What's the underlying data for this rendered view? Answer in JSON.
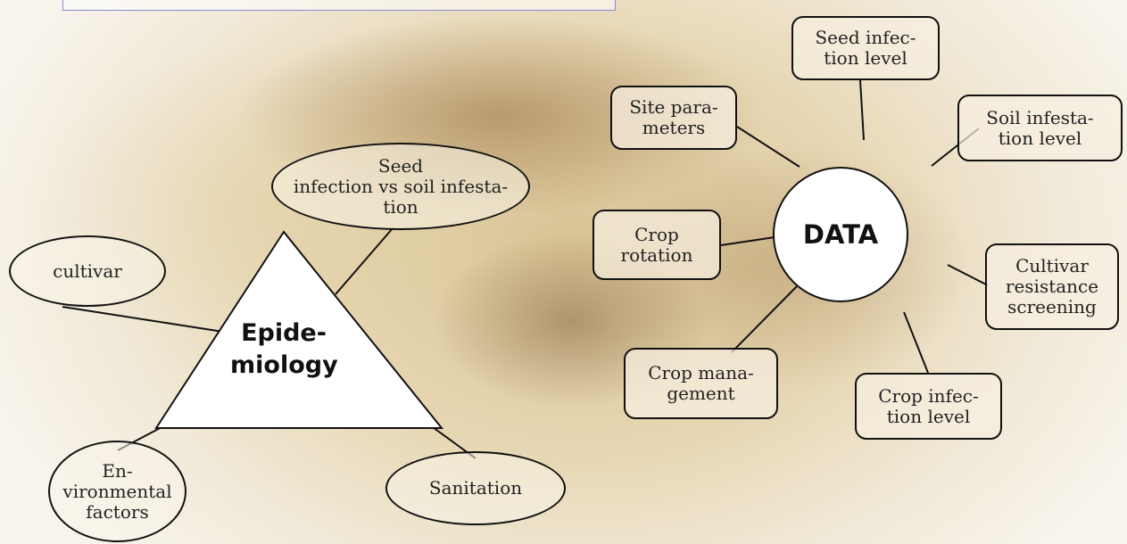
{
  "epidemiology": {
    "center_label": "Epide-\nmiology",
    "nodes": {
      "seed_vs_soil": "Seed\ninfection vs soil infesta-\ntion",
      "cultivar": "cultivar",
      "environmental": "En-\nvironmental\nfactors",
      "sanitation": "Sanitation"
    }
  },
  "data_hub": {
    "center_label": "DATA",
    "nodes": {
      "seed_infection_level": "Seed infec-\ntion level",
      "site_parameters": "Site para-\nmeters",
      "soil_infestation_level": "Soil infesta-\ntion level",
      "crop_rotation": "Crop\nrotation",
      "cultivar_resistance": "Cultivar\nresistance\nscreening",
      "crop_management": "Crop mana-\ngement",
      "crop_infection_level": "Crop infec-\ntion level"
    }
  },
  "colors": {
    "line": "#111111",
    "node_fill": "#f6eee0",
    "background": "#e6d6b2",
    "top_box_border": "#8a8ad8"
  }
}
